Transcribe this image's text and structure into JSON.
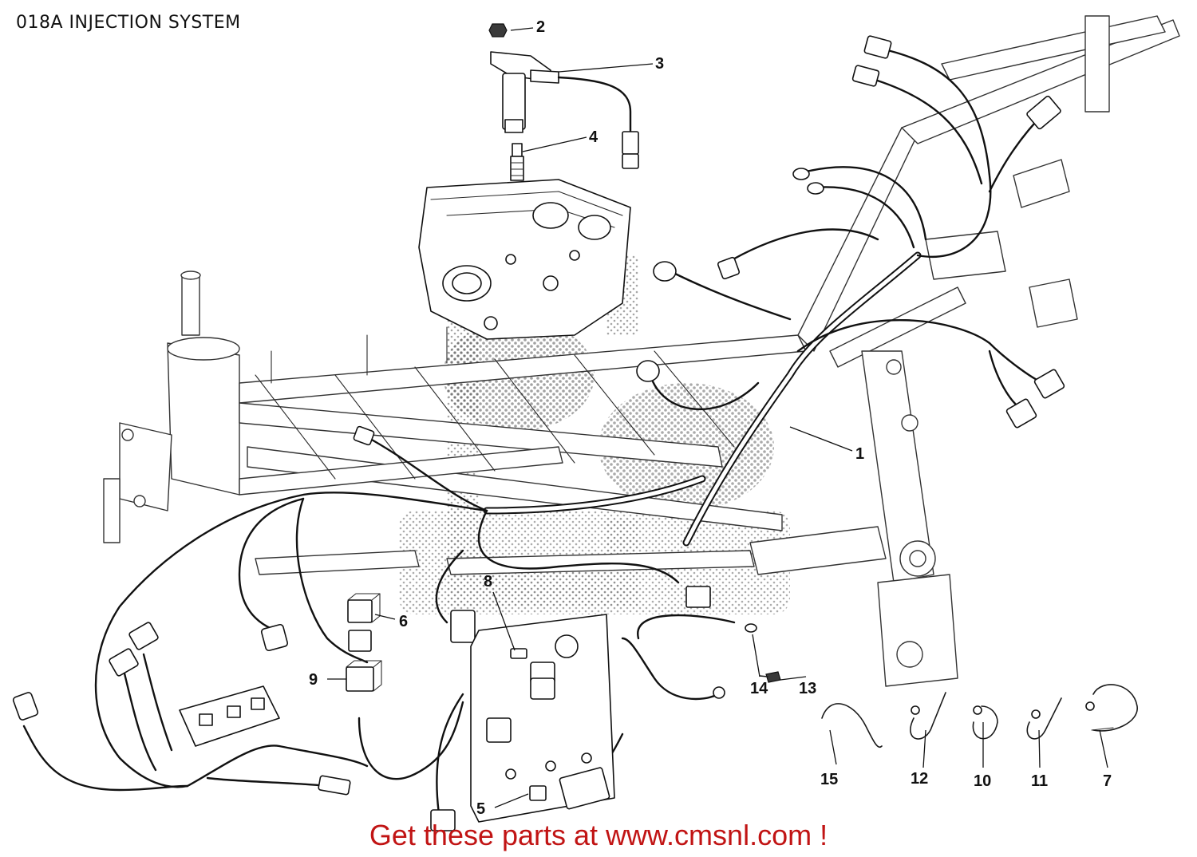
{
  "header": {
    "title": "018A INJECTION SYSTEM"
  },
  "callouts": [
    {
      "num": "1"
    },
    {
      "num": "2"
    },
    {
      "num": "3"
    },
    {
      "num": "4"
    },
    {
      "num": "5"
    },
    {
      "num": "6"
    },
    {
      "num": "7"
    },
    {
      "num": "8"
    },
    {
      "num": "9"
    },
    {
      "num": "10"
    },
    {
      "num": "11"
    },
    {
      "num": "12"
    },
    {
      "num": "13"
    },
    {
      "num": "14"
    },
    {
      "num": "15"
    }
  ],
  "watermark": {
    "text": "Get these parts at www.cmsnl.com !",
    "color": "#c11414"
  }
}
